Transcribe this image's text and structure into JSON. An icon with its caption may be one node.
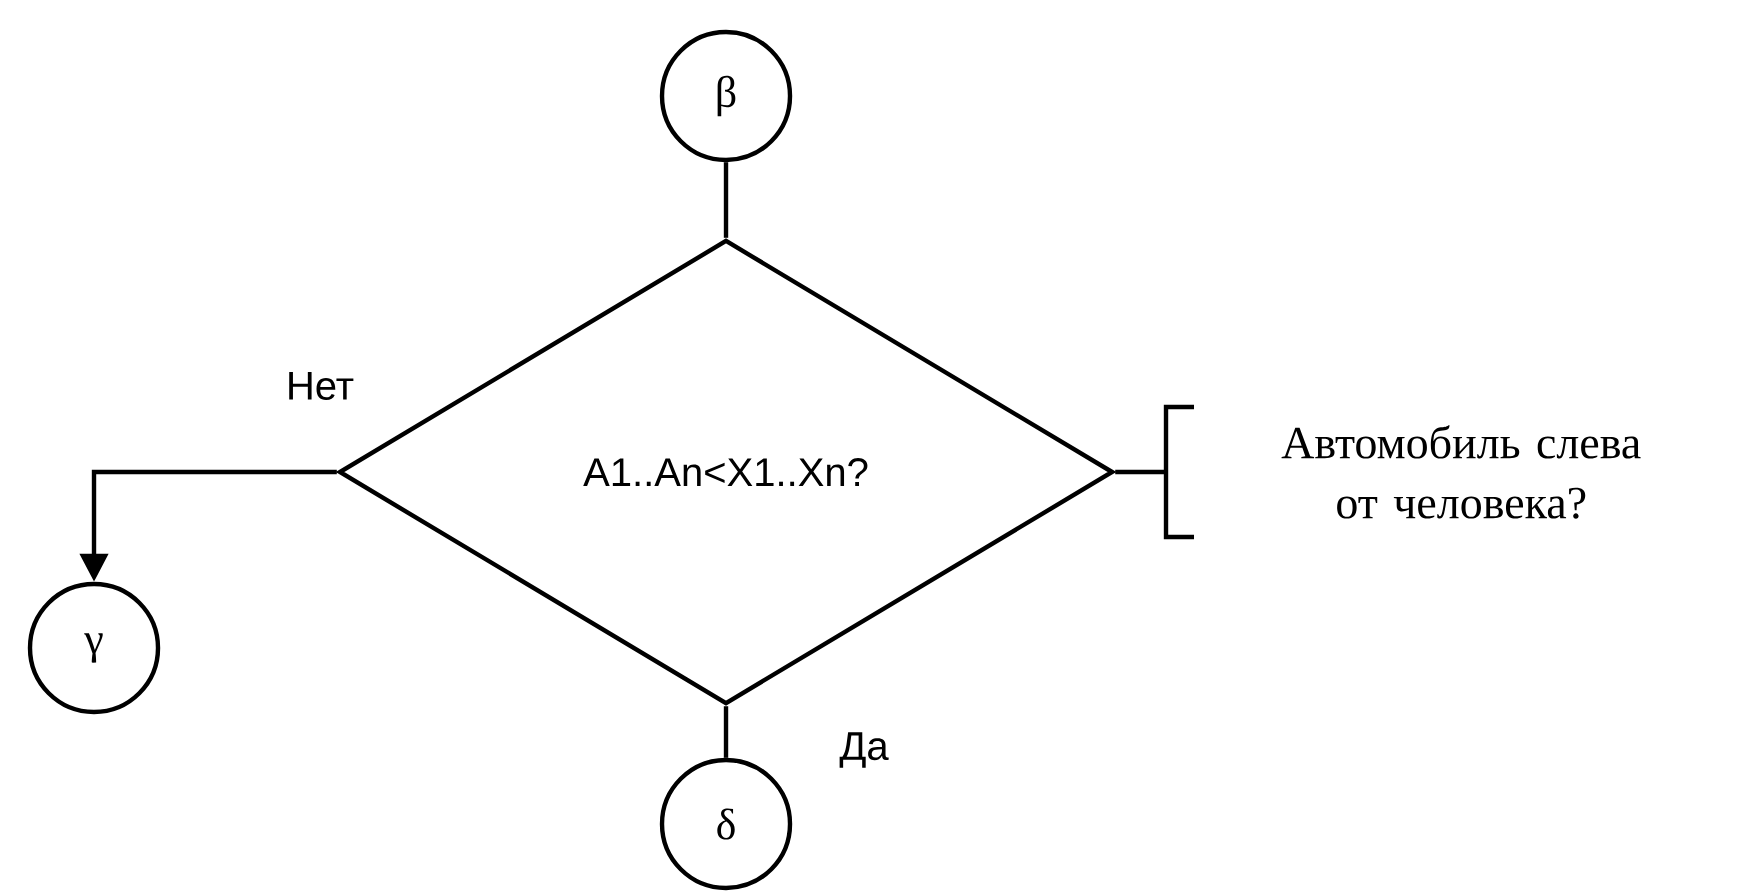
{
  "diagram": {
    "nodes": [
      {
        "text": [
          "β"
        ]
      },
      {
        "text": [
          "A1..An<X1..Xn?"
        ]
      },
      {
        "text": [
          "γ"
        ]
      },
      {
        "text": [
          "δ"
        ]
      },
      {
        "text": [
          "Автомобиль слева от человека?"
        ]
      }
    ],
    "edges": [
      {
        "from": 0,
        "to": 1,
        "arrow": "none"
      },
      {
        "from": 1,
        "to": 2,
        "arrow": "to",
        "label": "Нет"
      },
      {
        "from": 1,
        "to": 3,
        "arrow": "none",
        "label": "Да"
      },
      {
        "from": 1,
        "to": 4,
        "arrow": "none"
      }
    ]
  }
}
